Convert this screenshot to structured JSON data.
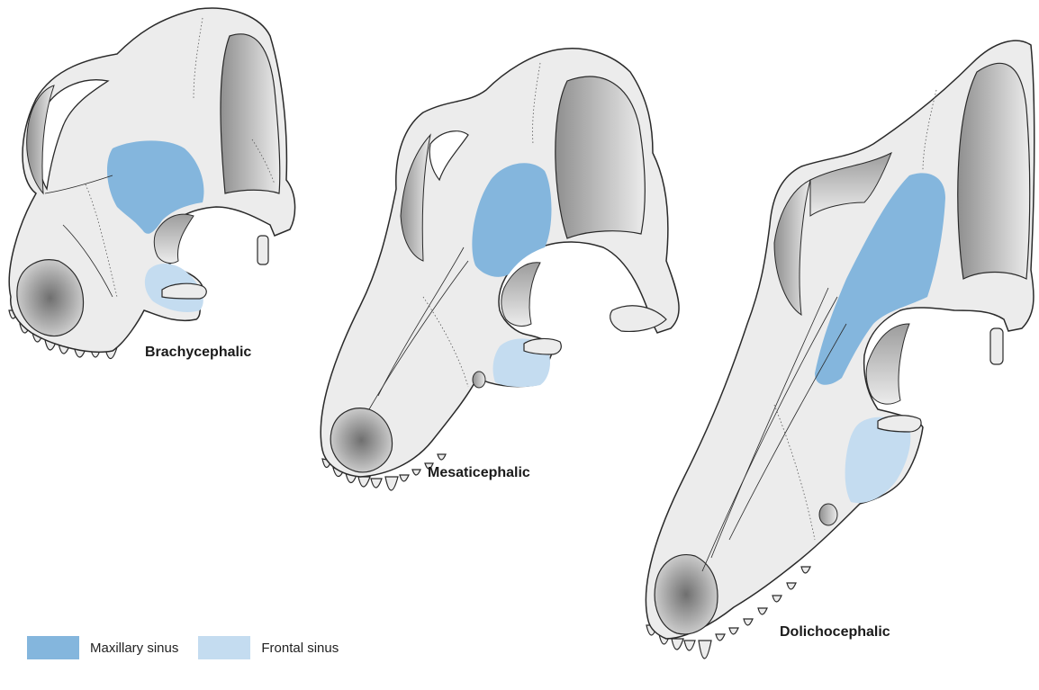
{
  "labels": {
    "brachy": "Brachycephalic",
    "mesati": "Mesaticephalic",
    "dolicho": "Dolichocephalic"
  },
  "legend": [
    {
      "label": "Maxillary sinus",
      "color": "#84b6dd"
    },
    {
      "label": "Frontal sinus",
      "color": "#c4dcf0"
    }
  ],
  "colors": {
    "bone": "#ececec",
    "bone_shadow": "#b9b9b9",
    "outline": "#2a2a2a",
    "maxillary": "#84b6dd",
    "frontal": "#c4dcf0"
  }
}
